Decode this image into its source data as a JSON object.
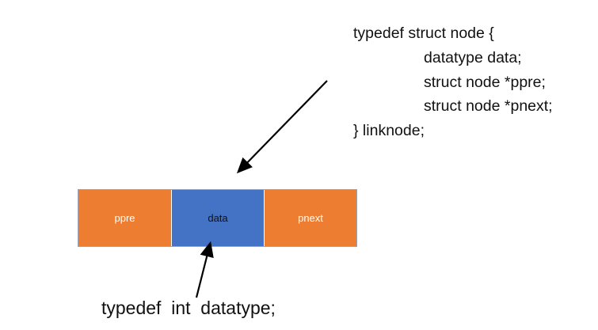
{
  "struct_definition": {
    "lines": [
      "typedef struct node {",
      "datatype data;",
      "struct node *ppre;",
      "struct node *pnext;",
      "} linknode;"
    ]
  },
  "node": {
    "cells": [
      "ppre",
      "data",
      "pnext"
    ],
    "colors": {
      "pointer_field": "#ed7d31",
      "data_field": "#4472c4",
      "text_light": "#ffffff",
      "text_dark": "#111111"
    }
  },
  "caption": "typedef  int  datatype;"
}
